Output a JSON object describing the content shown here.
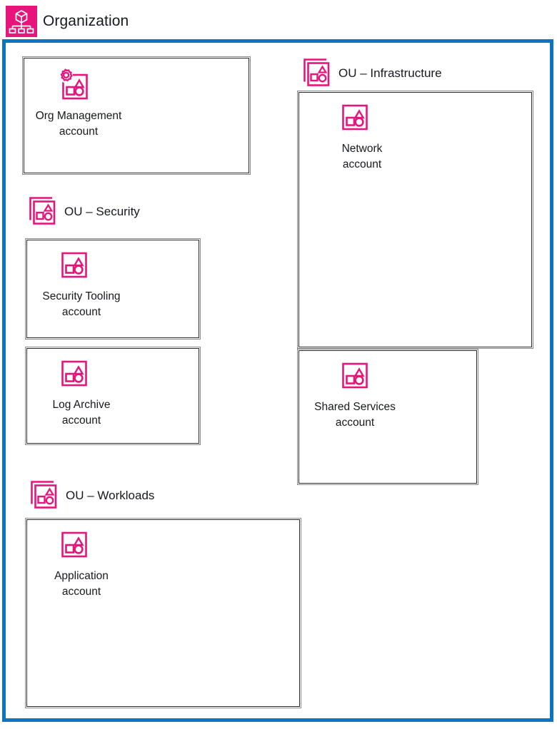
{
  "header": {
    "title": "Organization",
    "icon": "organization-hierarchy-icon",
    "badge_color": "#E7157B"
  },
  "colors": {
    "accent_magenta": "#E7157B",
    "boundary_blue": "#0C74C0",
    "box_border": "#2b2b2b",
    "box_border_outer": "#8a8a8a",
    "text": "#16191f",
    "background": "#ffffff"
  },
  "organization": {
    "boundary_label": "Organization",
    "accounts": [
      {
        "id": "org-management",
        "name": "Org Management",
        "sublabel": "account",
        "icon": "management-account-icon"
      }
    ],
    "organizational_units": [
      {
        "id": "ou-security",
        "label": "OU – Security",
        "icon": "ou-icon",
        "accounts": [
          {
            "id": "security-tooling",
            "name": "Security Tooling",
            "sublabel": "account",
            "icon": "account-icon"
          },
          {
            "id": "log-archive",
            "name": "Log Archive",
            "sublabel": "account",
            "icon": "account-icon"
          }
        ]
      },
      {
        "id": "ou-workloads",
        "label": "OU – Workloads",
        "icon": "ou-icon",
        "accounts": [
          {
            "id": "application",
            "name": "Application",
            "sublabel": "account",
            "icon": "account-icon"
          }
        ]
      },
      {
        "id": "ou-infrastructure",
        "label": "OU – Infrastructure",
        "icon": "ou-icon",
        "accounts": [
          {
            "id": "network",
            "name": "Network",
            "sublabel": "account",
            "icon": "account-icon"
          },
          {
            "id": "shared-services",
            "name": "Shared Services",
            "sublabel": "account",
            "icon": "account-icon"
          }
        ]
      }
    ]
  }
}
